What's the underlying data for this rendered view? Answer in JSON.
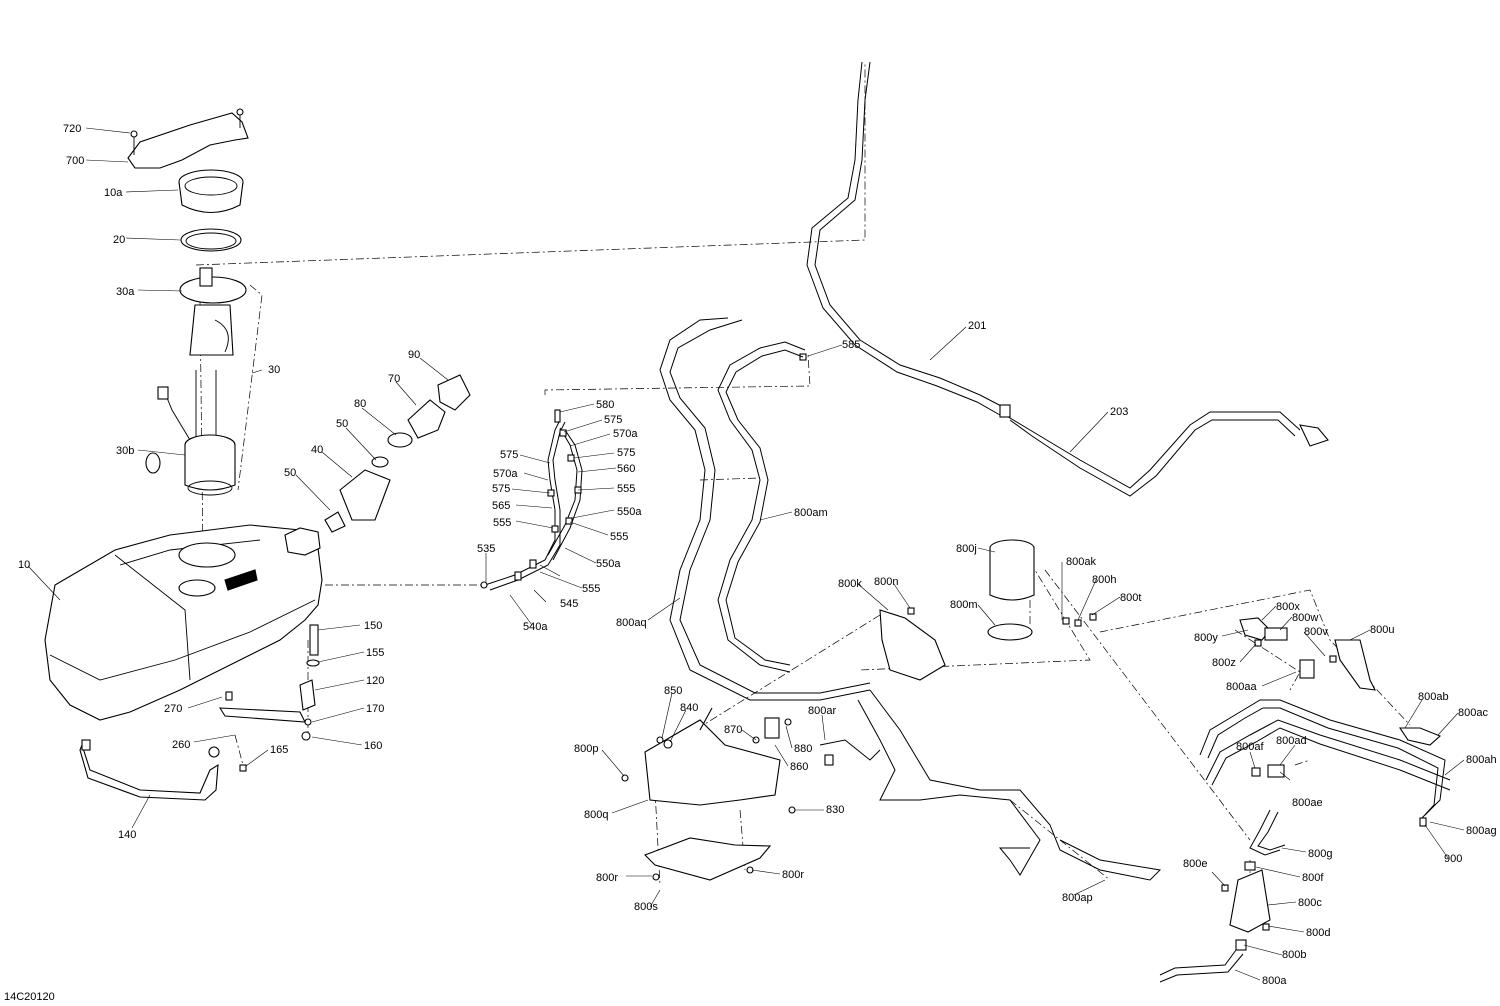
{
  "figure_id": "14C20120",
  "callouts": [
    {
      "id": "720"
    },
    {
      "id": "700"
    },
    {
      "id": "10a"
    },
    {
      "id": "20"
    },
    {
      "id": "30a"
    },
    {
      "id": "30"
    },
    {
      "id": "30b"
    },
    {
      "id": "90"
    },
    {
      "id": "70"
    },
    {
      "id": "80"
    },
    {
      "id": "50"
    },
    {
      "id": "40"
    },
    {
      "id": "50b",
      "text": "50"
    },
    {
      "id": "10"
    },
    {
      "id": "150"
    },
    {
      "id": "155"
    },
    {
      "id": "120"
    },
    {
      "id": "270"
    },
    {
      "id": "170"
    },
    {
      "id": "260"
    },
    {
      "id": "160"
    },
    {
      "id": "165"
    },
    {
      "id": "140"
    },
    {
      "id": "580"
    },
    {
      "id": "575"
    },
    {
      "id": "570a"
    },
    {
      "id": "575b",
      "text": "575"
    },
    {
      "id": "575c",
      "text": "575"
    },
    {
      "id": "570a2",
      "text": "570a"
    },
    {
      "id": "560"
    },
    {
      "id": "575d",
      "text": "575"
    },
    {
      "id": "555"
    },
    {
      "id": "565"
    },
    {
      "id": "550a"
    },
    {
      "id": "555b",
      "text": "555"
    },
    {
      "id": "555c",
      "text": "555"
    },
    {
      "id": "535"
    },
    {
      "id": "550a2",
      "text": "550a"
    },
    {
      "id": "555d",
      "text": "555"
    },
    {
      "id": "545"
    },
    {
      "id": "540a"
    },
    {
      "id": "585"
    },
    {
      "id": "201"
    },
    {
      "id": "203"
    },
    {
      "id": "800am"
    },
    {
      "id": "800aq"
    },
    {
      "id": "800j"
    },
    {
      "id": "800ak"
    },
    {
      "id": "800h"
    },
    {
      "id": "800t"
    },
    {
      "id": "800k"
    },
    {
      "id": "800n"
    },
    {
      "id": "800m"
    },
    {
      "id": "800x"
    },
    {
      "id": "800w"
    },
    {
      "id": "800y"
    },
    {
      "id": "800v"
    },
    {
      "id": "800u"
    },
    {
      "id": "800z"
    },
    {
      "id": "800aa"
    },
    {
      "id": "850"
    },
    {
      "id": "840"
    },
    {
      "id": "800ar"
    },
    {
      "id": "870"
    },
    {
      "id": "880"
    },
    {
      "id": "860"
    },
    {
      "id": "800p"
    },
    {
      "id": "800q"
    },
    {
      "id": "830"
    },
    {
      "id": "800r"
    },
    {
      "id": "800r2",
      "text": "800r"
    },
    {
      "id": "800s"
    },
    {
      "id": "800ap"
    },
    {
      "id": "800ab"
    },
    {
      "id": "800ac"
    },
    {
      "id": "800af"
    },
    {
      "id": "800ad"
    },
    {
      "id": "800ah"
    },
    {
      "id": "800ae"
    },
    {
      "id": "800ag"
    },
    {
      "id": "900"
    },
    {
      "id": "800g"
    },
    {
      "id": "800e"
    },
    {
      "id": "800f"
    },
    {
      "id": "800c"
    },
    {
      "id": "800d"
    },
    {
      "id": "800b"
    },
    {
      "id": "800a"
    }
  ]
}
